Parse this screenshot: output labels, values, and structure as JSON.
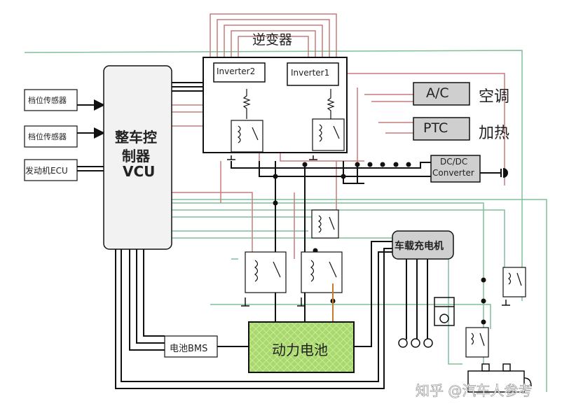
{
  "labels": {
    "inverter_group": "逆变器",
    "inverter1": "Inverter1",
    "inverter2": "Inverter2",
    "ac": "A/C",
    "ptc": "PTC",
    "ac_desc": "空调",
    "ptc_desc": "加热",
    "dcdc_line1": "DC/DC",
    "dcdc_line2": "Converter",
    "vcu_line1": "整车控",
    "vcu_line2": "制器",
    "vcu_line3": "VCU",
    "sensor1": "档位传感器",
    "sensor2": "档位传感器",
    "engine_ecu": "发动机ECU",
    "obc": "车载充电机",
    "bms": "电池BMS",
    "battery": "动力电池",
    "watermark": "知乎 @汽车人参考"
  },
  "colors": {
    "power_wire": "#111111",
    "signal_red": "#c97a7a",
    "signal_green": "#7fbf9a",
    "battery_fill": "#a9d86e",
    "module_fill": "#cfcfcf",
    "vcu_fill": "#f2f2f2"
  }
}
